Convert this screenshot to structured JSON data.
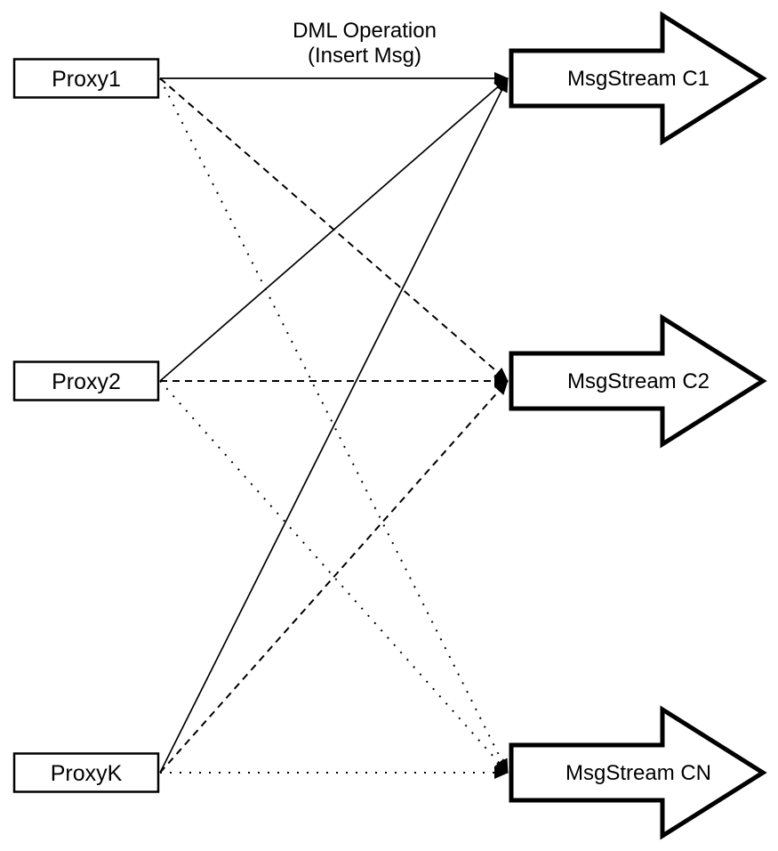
{
  "diagram": {
    "title": {
      "line1": "DML Operation",
      "line2": "(Insert Msg)"
    },
    "proxies": [
      {
        "id": "proxy1",
        "label": "Proxy1"
      },
      {
        "id": "proxy2",
        "label": "Proxy2"
      },
      {
        "id": "proxyk",
        "label": "ProxyK"
      }
    ],
    "streams": [
      {
        "id": "c1",
        "label": "MsgStream C1"
      },
      {
        "id": "c2",
        "label": "MsgStream C2"
      },
      {
        "id": "cn",
        "label": "MsgStream CN"
      }
    ],
    "edges": [
      {
        "from": "proxy1",
        "to": "c1",
        "style": "solid"
      },
      {
        "from": "proxy2",
        "to": "c1",
        "style": "solid"
      },
      {
        "from": "proxyk",
        "to": "c1",
        "style": "solid"
      },
      {
        "from": "proxy1",
        "to": "c2",
        "style": "dashed"
      },
      {
        "from": "proxy2",
        "to": "c2",
        "style": "dashed"
      },
      {
        "from": "proxyk",
        "to": "c2",
        "style": "dashed"
      },
      {
        "from": "proxy1",
        "to": "cn",
        "style": "dotted"
      },
      {
        "from": "proxy2",
        "to": "cn",
        "style": "dotted"
      },
      {
        "from": "proxyk",
        "to": "cn",
        "style": "dotted"
      }
    ],
    "colors": {
      "stroke": "#000000",
      "fill": "#ffffff",
      "background": "#ffffff"
    }
  }
}
